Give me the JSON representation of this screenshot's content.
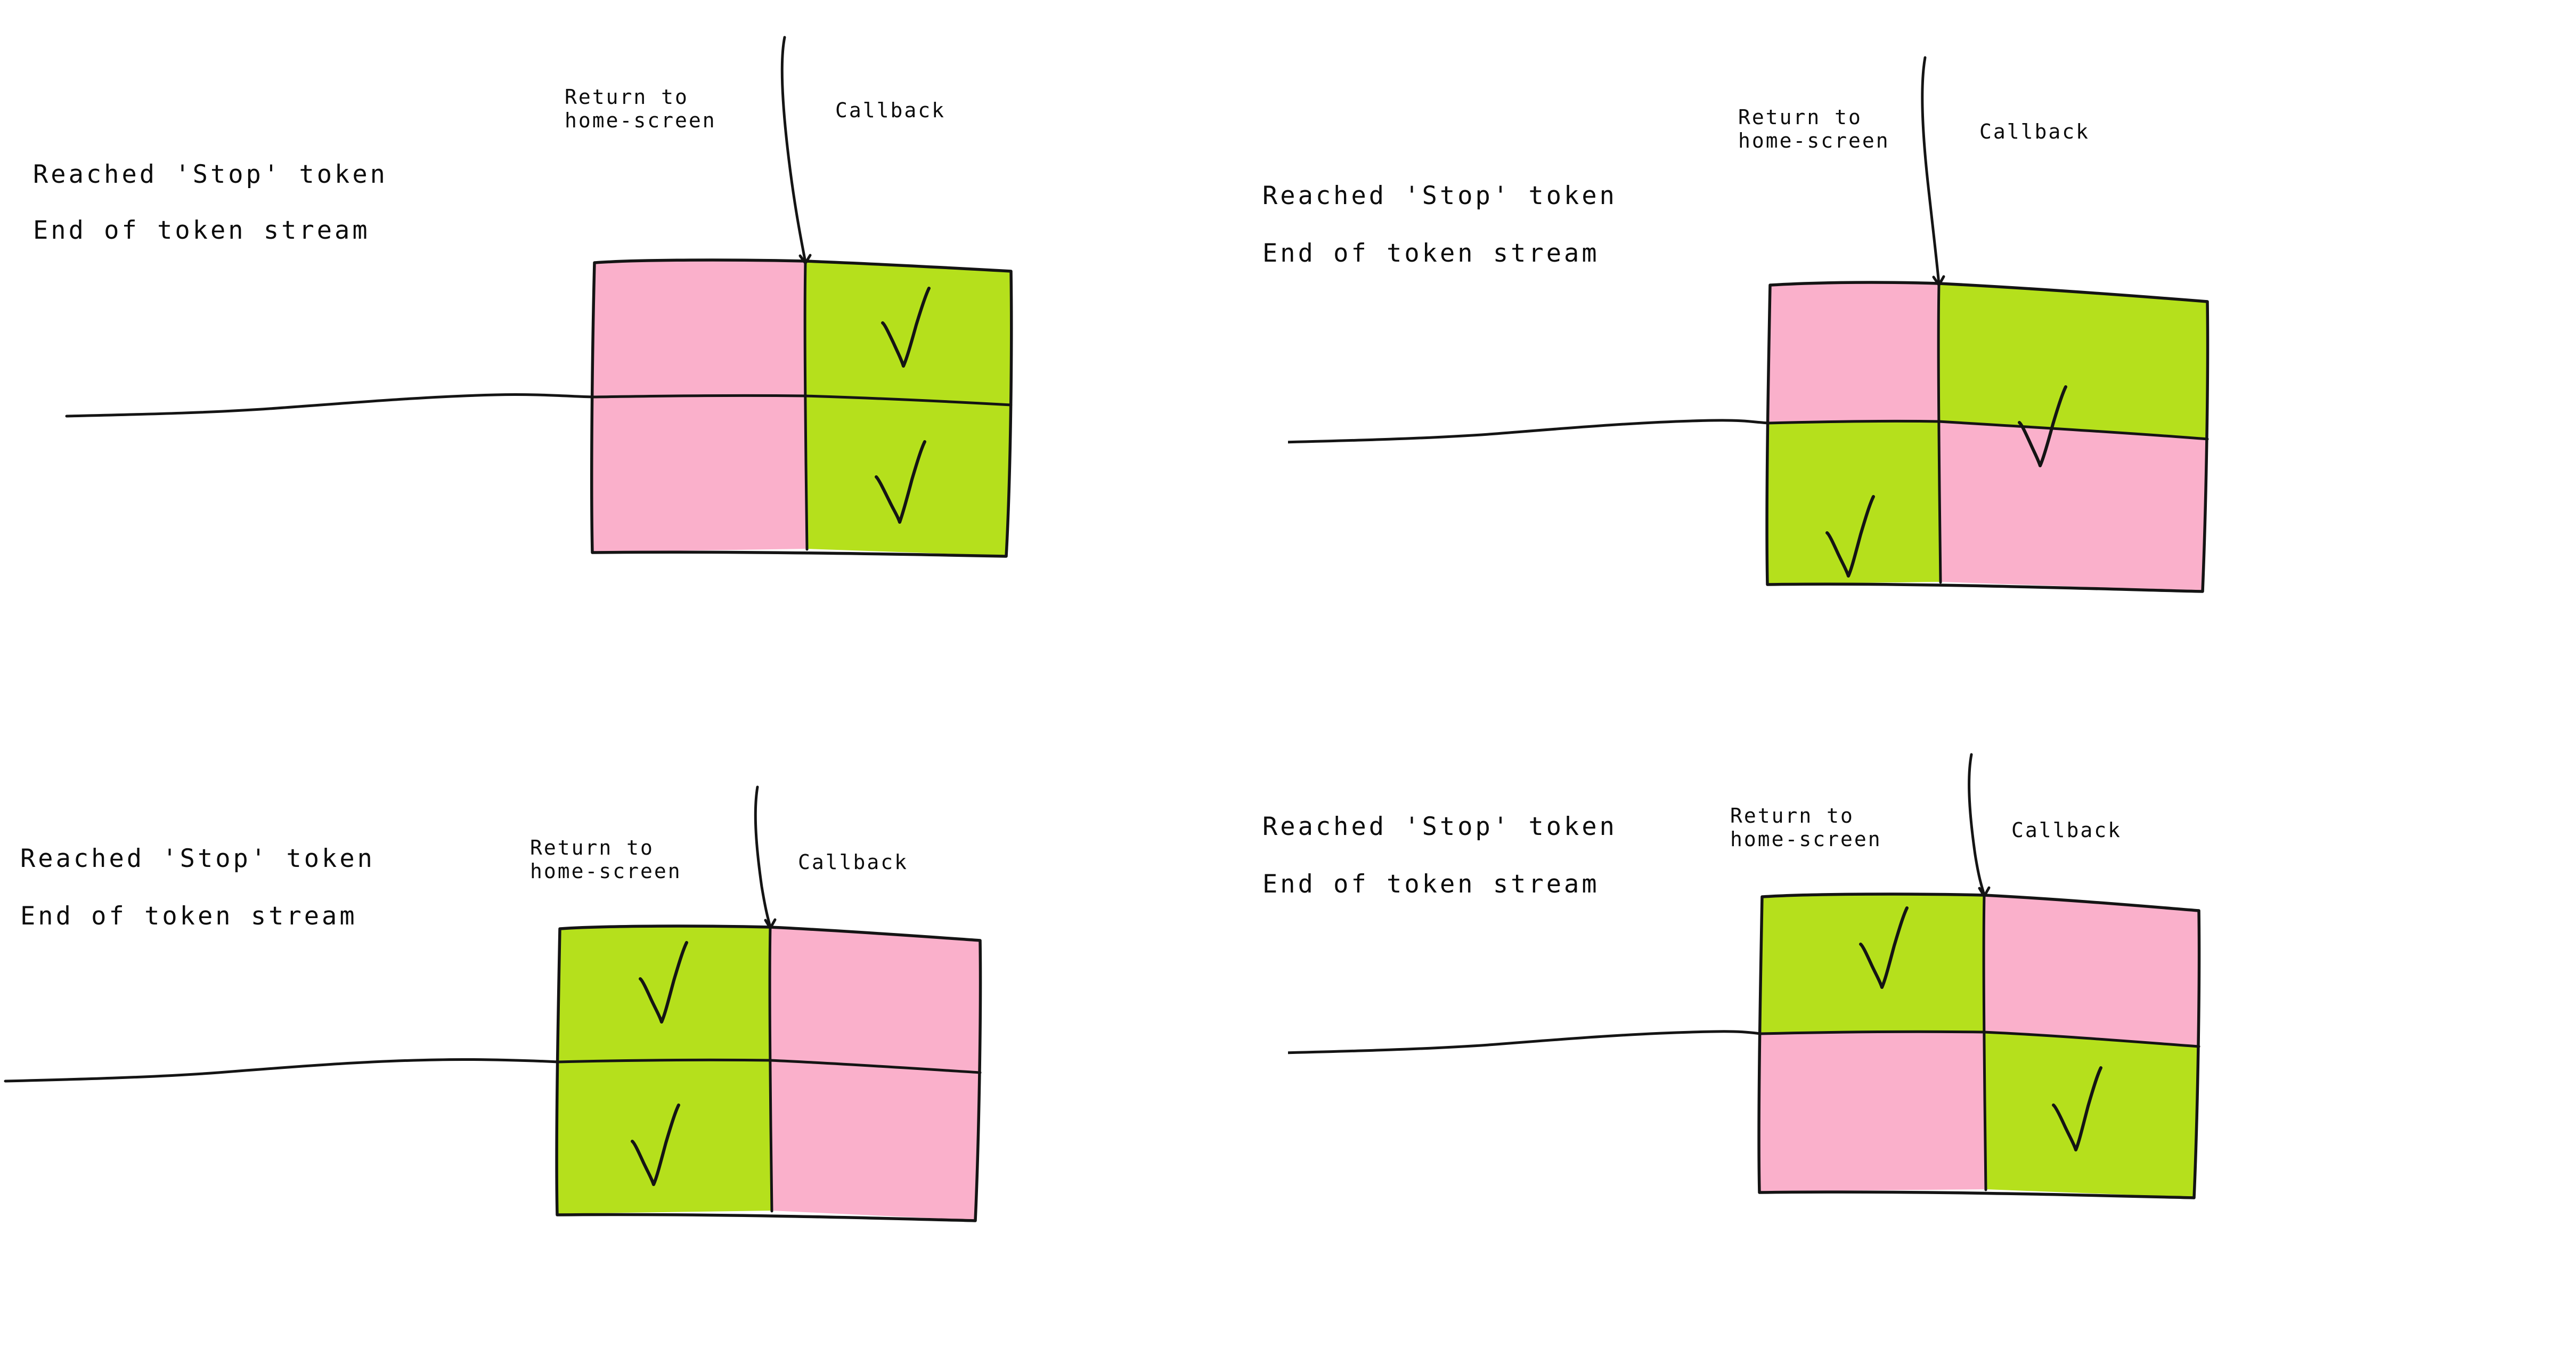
{
  "figure": {
    "type": "four-quadrant-decision-matrices",
    "background_color": "#ffffff",
    "ink_color": "#141414",
    "colors": {
      "pink": "#FAB0CB",
      "green": "#B5E01C",
      "pink_name": "pink-no-action",
      "green_name": "green-checked"
    },
    "row_labels": [
      "Reached 'Stop' token",
      "End of token stream"
    ],
    "column_labels": [
      "Return to\nhome-screen",
      "Callback"
    ],
    "column_label_line1": "Return to",
    "column_label_line2": "home-screen",
    "column_label_2": "Callback",
    "check_glyph": "checkmark-tick"
  },
  "panels": [
    {
      "id": "panel-1",
      "position": "top-left",
      "rows": [
        {
          "label": "Reached 'Stop' token",
          "cells": [
            {
              "column": "Return to home-screen",
              "color": "pink",
              "checked": false
            },
            {
              "column": "Callback",
              "color": "green",
              "checked": true
            }
          ]
        },
        {
          "label": "End of token stream",
          "cells": [
            {
              "column": "Return to home-screen",
              "color": "pink",
              "checked": false
            },
            {
              "column": "Callback",
              "color": "green",
              "checked": true
            }
          ]
        }
      ]
    },
    {
      "id": "panel-2",
      "position": "top-right",
      "rows": [
        {
          "label": "Reached 'Stop' token",
          "cells": [
            {
              "column": "Return to home-screen",
              "color": "pink",
              "checked": false
            },
            {
              "column": "Callback",
              "color": "green",
              "checked": true
            }
          ]
        },
        {
          "label": "End of token stream",
          "cells": [
            {
              "column": "Return to home-screen",
              "color": "green",
              "checked": true
            },
            {
              "column": "Callback",
              "color": "pink",
              "checked": false
            }
          ]
        }
      ]
    },
    {
      "id": "panel-3",
      "position": "bottom-left",
      "rows": [
        {
          "label": "Reached 'Stop' token",
          "cells": [
            {
              "column": "Return to home-screen",
              "color": "green",
              "checked": true
            },
            {
              "column": "Callback",
              "color": "pink",
              "checked": false
            }
          ]
        },
        {
          "label": "End of token stream",
          "cells": [
            {
              "column": "Return to home-screen",
              "color": "green",
              "checked": true
            },
            {
              "column": "Callback",
              "color": "pink",
              "checked": false
            }
          ]
        }
      ]
    },
    {
      "id": "panel-4",
      "position": "bottom-right",
      "rows": [
        {
          "label": "Reached 'Stop' token",
          "cells": [
            {
              "column": "Return to home-screen",
              "color": "green",
              "checked": true
            },
            {
              "column": "Callback",
              "color": "pink",
              "checked": false
            }
          ]
        },
        {
          "label": "End of token stream",
          "cells": [
            {
              "column": "Return to home-screen",
              "color": "pink",
              "checked": false
            },
            {
              "column": "Callback",
              "color": "green",
              "checked": true
            }
          ]
        }
      ]
    }
  ]
}
